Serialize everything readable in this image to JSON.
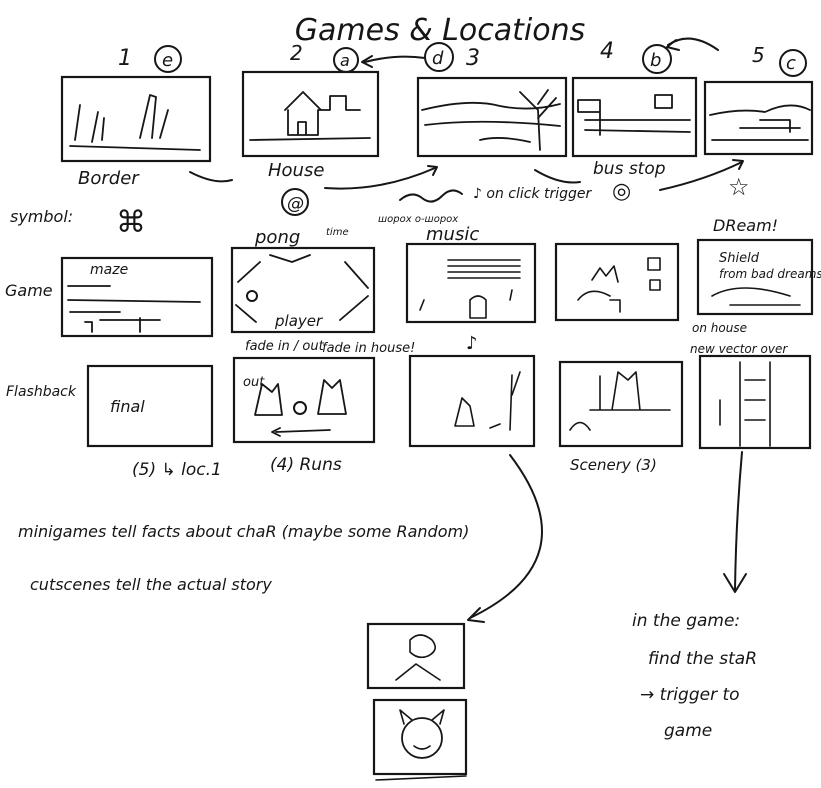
{
  "title": "Games & Locations",
  "locations": [
    {
      "number": "1",
      "letter": "e",
      "name": "Border",
      "symbol": "⌘"
    },
    {
      "number": "2",
      "letter": "a",
      "name": "House",
      "symbol": "@"
    },
    {
      "number": "3",
      "letter": "d",
      "name": "",
      "symbol": "♪"
    },
    {
      "number": "4",
      "letter": "b",
      "name": "bus stop",
      "symbol": "◎"
    },
    {
      "number": "5",
      "letter": "c",
      "name": "",
      "symbol": "☆"
    }
  ],
  "row_labels": {
    "symbol": "symbol:",
    "game": "Game",
    "flashback": "Flashback"
  },
  "notes_top": {
    "on_click_trigger": "♪ on click trigger",
    "headphone_note": "шорох о-шорох",
    "dream": "DReam!"
  },
  "games": [
    {
      "header": "",
      "lines": [
        "maze"
      ]
    },
    {
      "header": "pong",
      "header_note": "time",
      "lines": [
        "player"
      ]
    },
    {
      "header": "music",
      "lines": [
        ""
      ]
    },
    {
      "header": "",
      "lines": [
        ""
      ]
    },
    {
      "header": "",
      "lines": [
        "Shield",
        "from bad dreams"
      ]
    }
  ],
  "flashbacks": [
    {
      "header": "",
      "lines": [
        "final"
      ],
      "caption": "(5) ↳ loc.1"
    },
    {
      "header": "fade in / out",
      "lines": [
        "out"
      ],
      "caption": "(4) Runs"
    },
    {
      "header": "♪",
      "lines": [
        ""
      ],
      "caption": ""
    },
    {
      "header": "",
      "lines": [
        ""
      ],
      "caption": "Scenery (3)"
    },
    {
      "header": "on house",
      "lines": [
        "new vector over"
      ],
      "caption": ""
    }
  ],
  "fade_note": "fade in house!",
  "notes": [
    "minigames tell facts about chaR (maybe some Random)",
    "cutscenes tell the actual story"
  ],
  "game_note": [
    "in the game:",
    "find the staR",
    "→ trigger to",
    "game"
  ]
}
